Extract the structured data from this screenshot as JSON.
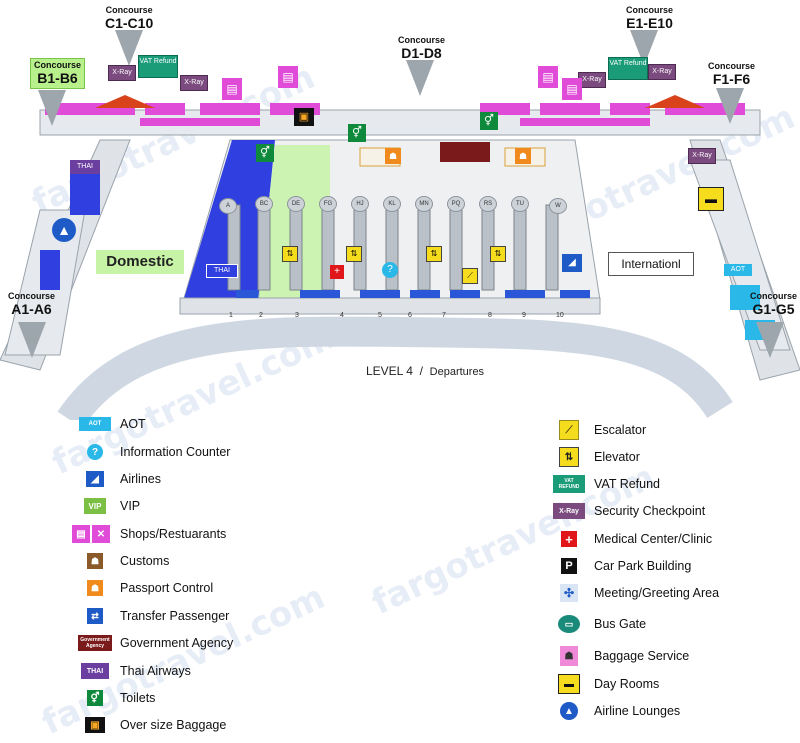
{
  "watermark": "fargotravel.com",
  "concourses": [
    {
      "id": "a",
      "small": "Concourse",
      "big": "A1-A6"
    },
    {
      "id": "b",
      "small": "Concourse",
      "big": "B1-B6"
    },
    {
      "id": "c",
      "small": "Concourse",
      "big": "C1-C10"
    },
    {
      "id": "d",
      "small": "Concourse",
      "big": "D1-D8"
    },
    {
      "id": "e",
      "small": "Concourse",
      "big": "E1-E10"
    },
    {
      "id": "f",
      "small": "Concourse",
      "big": "F1-F6"
    },
    {
      "id": "g",
      "small": "Concourse",
      "big": "G1-G5"
    }
  ],
  "zones": {
    "domestic": "Domestic",
    "international": "Internationl"
  },
  "level": {
    "prefix": "LEVEL",
    "number": "4",
    "separator": "/",
    "name": "Departures"
  },
  "map_tags": {
    "vat": "VAT Refund",
    "xray": "X-Ray",
    "aot": "AOT",
    "thai": "THAI"
  },
  "counters": [
    "A",
    "BC",
    "DE",
    "FG",
    "HJ",
    "KL",
    "MN",
    "PQ",
    "RS",
    "TU",
    "W"
  ],
  "doors": [
    "1",
    "2",
    "3",
    "4",
    "5",
    "6",
    "7",
    "8",
    "9",
    "10"
  ],
  "legend_left": [
    {
      "icon": "aot",
      "label": "AOT"
    },
    {
      "icon": "info",
      "label": "Information Counter"
    },
    {
      "icon": "airlines",
      "label": "Airlines"
    },
    {
      "icon": "vip",
      "label": "VIP"
    },
    {
      "icon": "shops",
      "label": "Shops/Restuarants"
    },
    {
      "icon": "customs",
      "label": "Customs"
    },
    {
      "icon": "passport",
      "label": "Passport Control"
    },
    {
      "icon": "transfer",
      "label": "Transfer Passenger"
    },
    {
      "icon": "gov",
      "label": "Government Agency"
    },
    {
      "icon": "thai",
      "label": "Thai Airways"
    },
    {
      "icon": "toilet",
      "label": "Toilets"
    },
    {
      "icon": "baggage-oversize",
      "label": "Over size Baggage"
    }
  ],
  "legend_right": [
    {
      "icon": "escalator",
      "label": "Escalator"
    },
    {
      "icon": "elevator",
      "label": "Elevator"
    },
    {
      "icon": "vat",
      "label": "VAT Refund"
    },
    {
      "icon": "xray",
      "label": "Security Checkpoint"
    },
    {
      "icon": "medical",
      "label": "Medical Center/Clinic"
    },
    {
      "icon": "parking",
      "label": "Car Park Building"
    },
    {
      "icon": "meeting",
      "label": "Meeting/Greeting Area"
    },
    {
      "icon": "bus",
      "label": "Bus Gate"
    },
    {
      "icon": "baggage-service",
      "label": "Baggage Service"
    },
    {
      "icon": "dayroom",
      "label": "Day Rooms"
    },
    {
      "icon": "lounge",
      "label": "Airline Lounges"
    }
  ],
  "legend_icon_text": {
    "vip": "VIP",
    "vat_line1": "VAT",
    "vat_line2": "REFUND",
    "xray": "X-Ray",
    "gov_line1": "Government",
    "gov_line2": "Agency",
    "thai": "THAI",
    "aot": "AOT",
    "parking": "P",
    "medical": "+"
  },
  "colors": {
    "domestic_blue": "#2f3fe0",
    "domestic_green": "#c6f3a6",
    "pink": "#e04bd8",
    "aot_cyan": "#29b8e8",
    "toilet_green": "#0f8a3c",
    "yellow": "#f5dd1e"
  }
}
